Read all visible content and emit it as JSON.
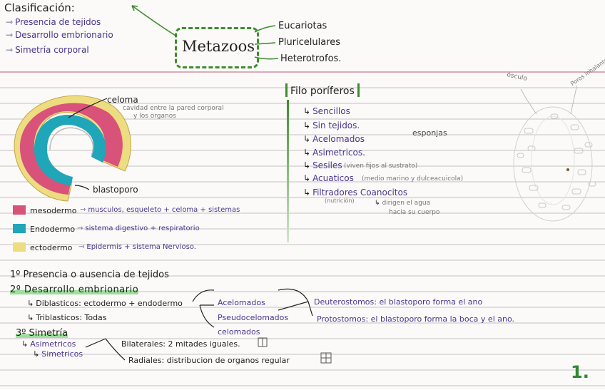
{
  "header": {
    "clasificacion": "Clasificación:",
    "criteria": [
      "Presencia de tejidos",
      "Desarrollo embrionario",
      "Simetría corporal"
    ],
    "title": "Metazoos",
    "traits": [
      "Eucariotas",
      "Pluricelulares",
      "Heterotrofos."
    ]
  },
  "diagram": {
    "celoma": "celoma",
    "celoma_note_1": "cavidad entre la pared corporal",
    "celoma_note_2": "y los organos",
    "blastoporo": "blastoporo"
  },
  "legend": [
    {
      "label": "mesodermo",
      "desc": "musculos, esqueleto + celoma + sistemas",
      "color": "#d9527a"
    },
    {
      "label": "Endodermo",
      "desc": "sistema digestivo + respiratorio",
      "color": "#1fa6b8"
    },
    {
      "label": "ectodermo",
      "desc": "Epidermis + sistema Nervioso.",
      "color": "#eedc80"
    }
  ],
  "filo": {
    "title": "Filo poríferos",
    "items": [
      {
        "text": "Sencillos",
        "note": ""
      },
      {
        "text": "Sin tejidos.",
        "note": ""
      },
      {
        "text": "Acelomados",
        "note": ""
      },
      {
        "text": "Asimetricos.",
        "note": ""
      },
      {
        "text": "Sesiles",
        "note": "(viven fijos al sustrato)"
      },
      {
        "text": "Acuaticos",
        "note": "(medio marino y dulceacuicola)"
      },
      {
        "text": "Filtradores Coanocitos",
        "note": ""
      }
    ],
    "nutricion": "(nutrición)",
    "dirigen": "dirigen el agua",
    "hacia": "hacia su cuerpo",
    "esponjas": "esponjas",
    "osculo": "ósculo",
    "poros": "Poros inhalantes"
  },
  "bottom": {
    "p1": "1º Presencia o ausencia de tejidos",
    "p2": "2º Desarrollo embrionario",
    "diblasticos": "Diblasticos: ectodermo + endodermo",
    "triblasticos": "Triblasticos: Todas",
    "acelomados": "Acelomados",
    "pseudocelomados": "Pseudocelomados",
    "celomados": "celomados",
    "deuterostomos": "Deuterostomos: el blastoporo forma el ano",
    "protostomos": "Protostomos: el blastoporo forma la boca y el ano.",
    "p3": "3º Simetría",
    "asimetricos": "Asimetricos",
    "simetricos": "Simetricos",
    "bilaterales": "Bilaterales: 2 mitades iguales.",
    "radiales": "Radiales: distribucion de organos regular",
    "page_number": "1."
  }
}
